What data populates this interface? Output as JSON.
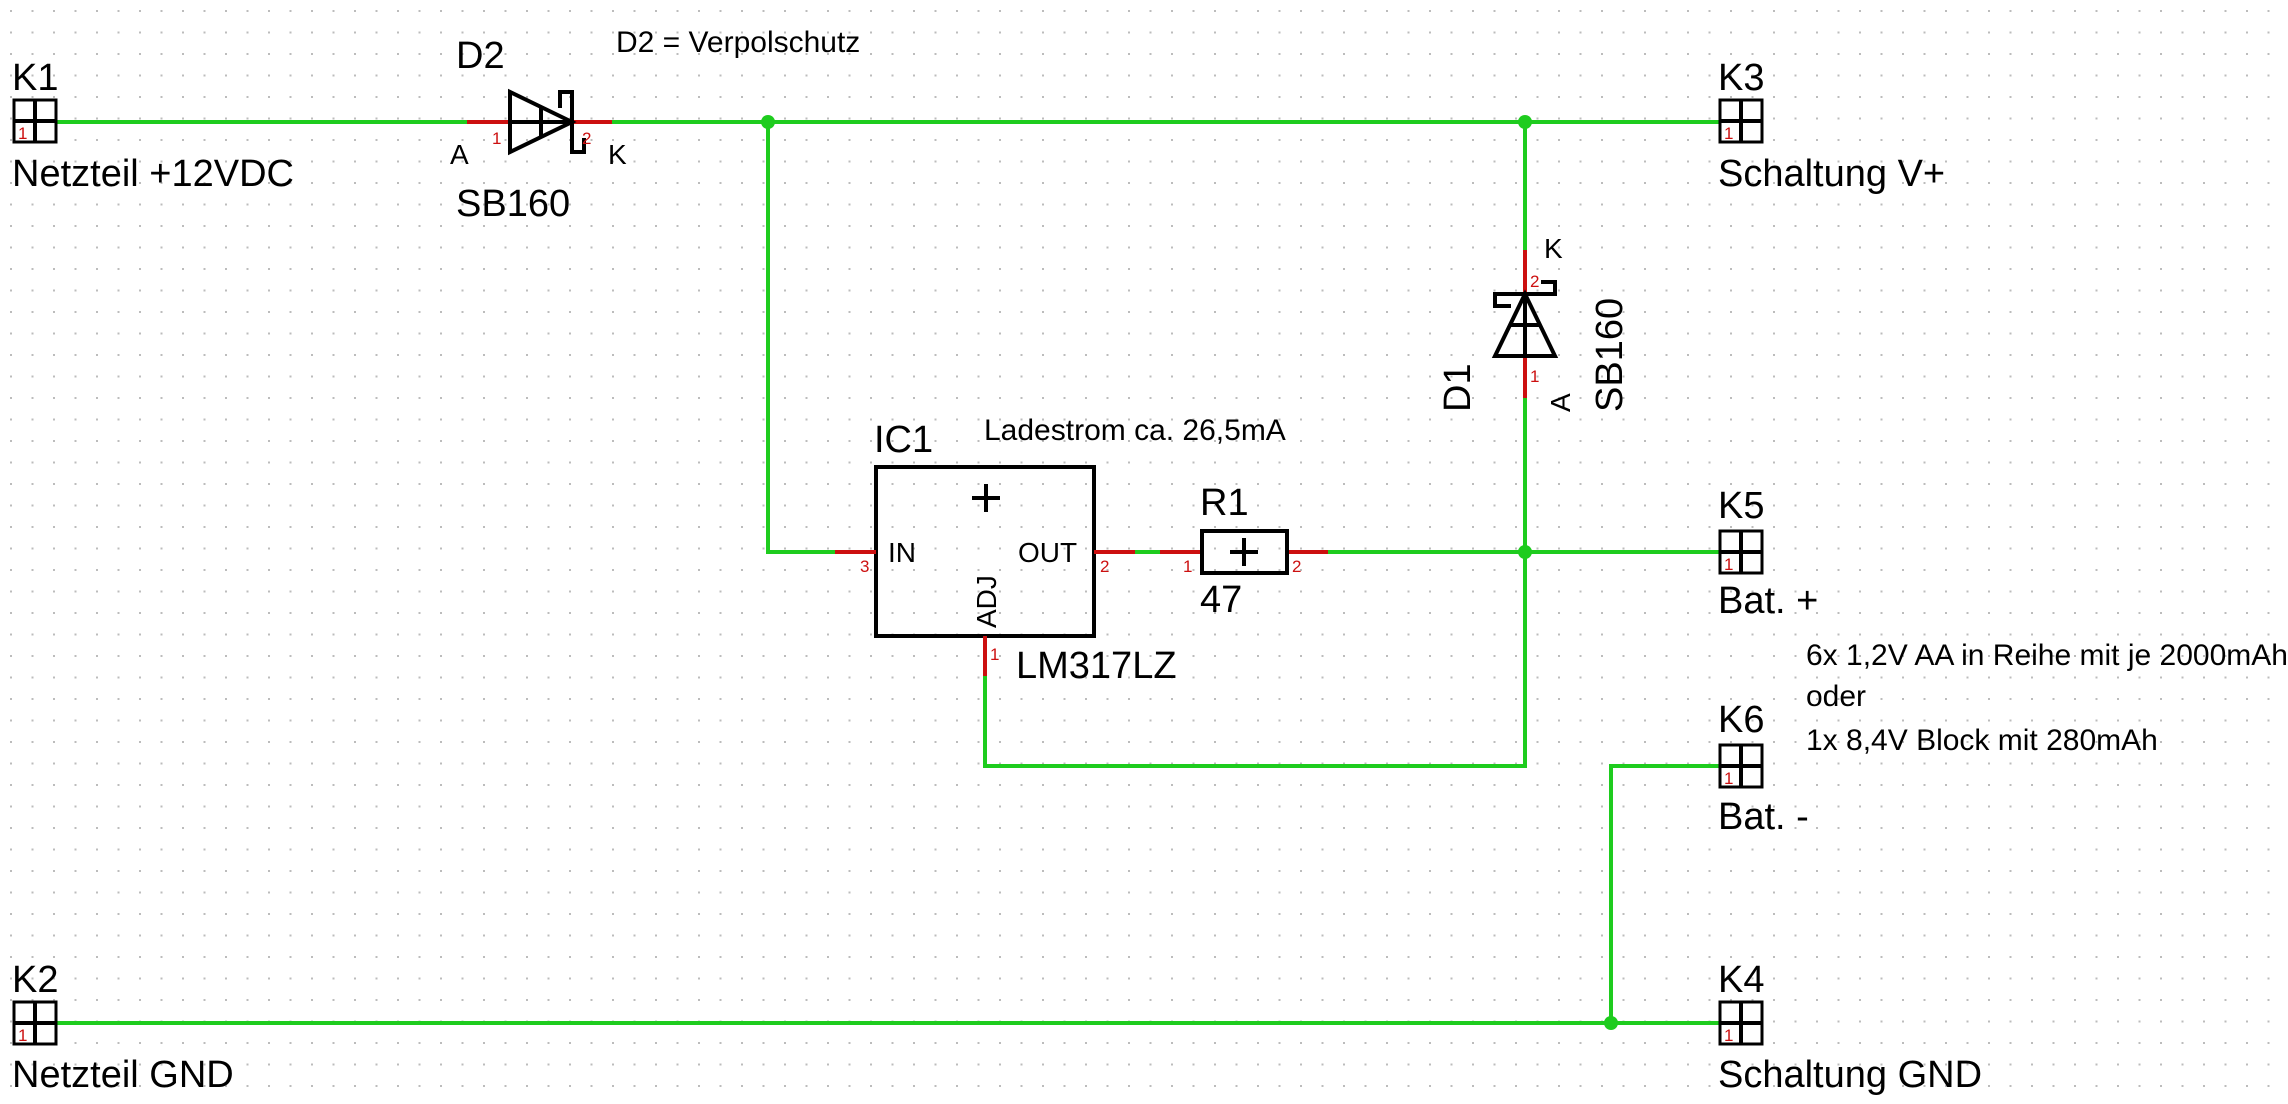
{
  "colors": {
    "wire": "#1ecc1e",
    "pin": "#cc1010",
    "symbol": "#000000",
    "background": "#ffffff",
    "grid": "#bcbcbc"
  },
  "connectors": {
    "k1": {
      "name": "K1",
      "label": "Netzteil +12VDC",
      "pin": "1"
    },
    "k2": {
      "name": "K2",
      "label": "Netzteil GND",
      "pin": "1"
    },
    "k3": {
      "name": "K3",
      "label": "Schaltung V+",
      "pin": "1"
    },
    "k4": {
      "name": "K4",
      "label": "Schaltung GND",
      "pin": "1"
    },
    "k5": {
      "name": "K5",
      "label": "Bat. +",
      "pin": "1"
    },
    "k6": {
      "name": "K6",
      "label": "Bat. -",
      "pin": "1"
    }
  },
  "d2": {
    "name": "D2",
    "value": "SB160",
    "anode": "A",
    "cathode": "K",
    "pin1": "1",
    "pin2": "2"
  },
  "d1": {
    "name": "D1",
    "value": "SB160",
    "anode": "A",
    "cathode": "K",
    "pin1": "1",
    "pin2": "2"
  },
  "ic1": {
    "name": "IC1",
    "value": "LM317LZ",
    "pin_in": "IN",
    "pin_out": "OUT",
    "pin_adj": "ADJ",
    "pin_in_num": "3",
    "pin_out_num": "2",
    "pin_adj_num": "1"
  },
  "r1": {
    "name": "R1",
    "value": "47",
    "pin1": "1",
    "pin2": "2"
  },
  "notes": {
    "polarity": "D2 = Verpolschutz",
    "current": "Ladestrom ca. 26,5mA",
    "battery_line1": "6x 1,2V AA in Reihe mit je 2000mAh",
    "battery_line2": "oder",
    "battery_line3": "1x 8,4V Block mit 280mAh"
  }
}
